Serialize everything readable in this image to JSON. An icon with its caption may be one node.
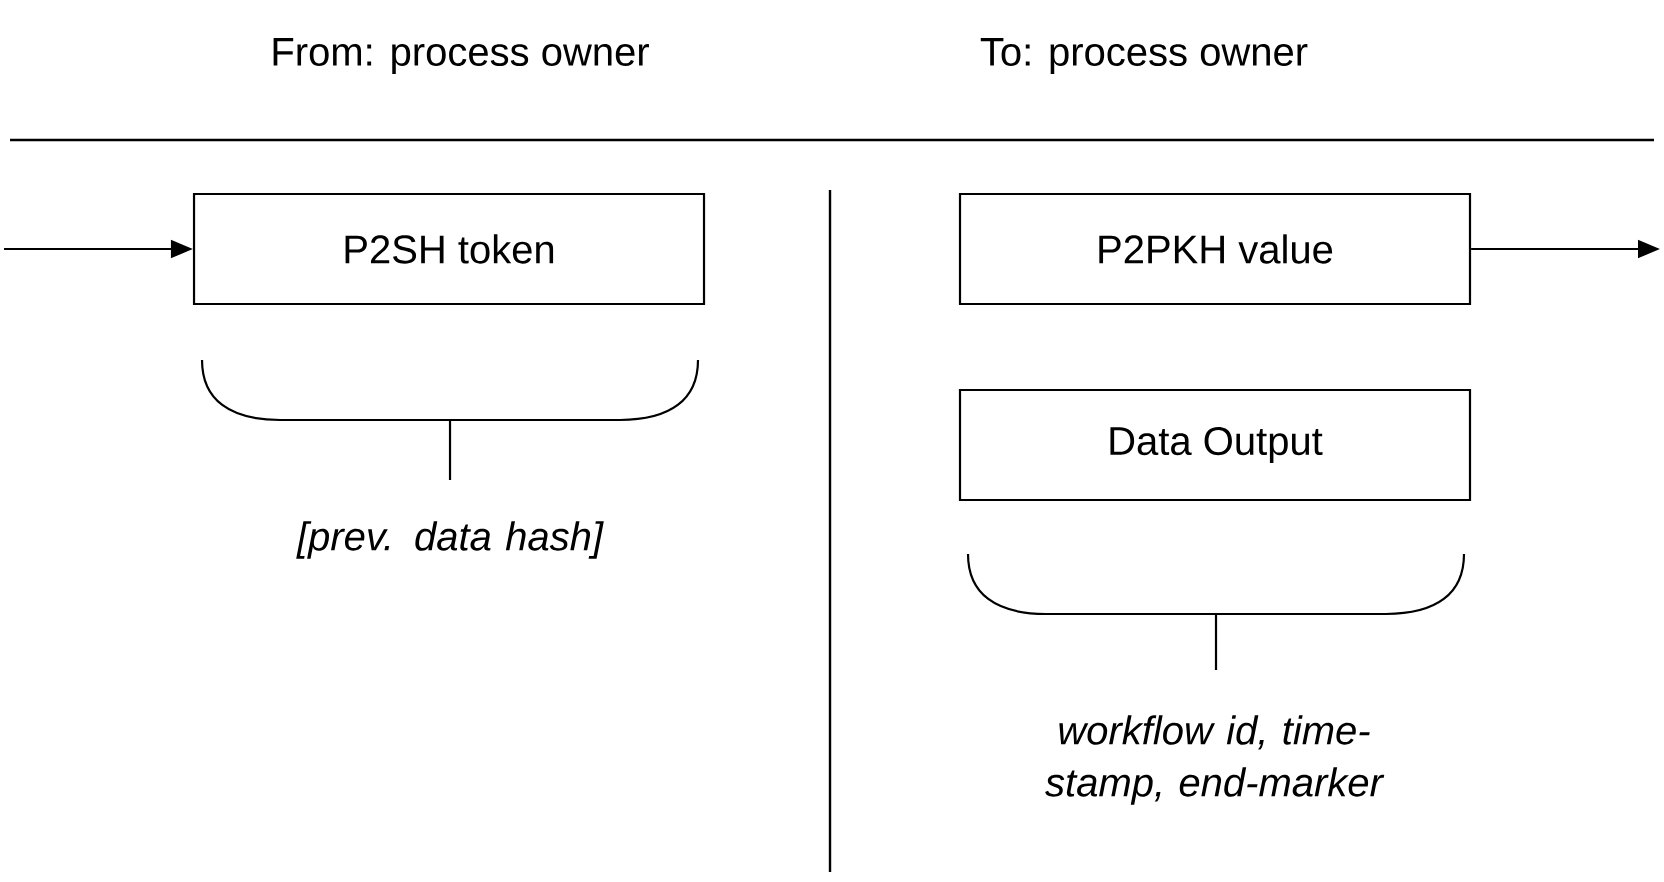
{
  "diagram": {
    "nodes": [
      {
        "text": [
          "P2SH token"
        ]
      },
      {
        "text": [
          "P2PKH value"
        ]
      },
      {
        "text": [
          "Data Output"
        ]
      }
    ],
    "edges": [
      {
        "from": null,
        "to": 0,
        "arrow": "to"
      },
      {
        "from": 1,
        "to": null,
        "arrow": "to"
      }
    ],
    "labels": [
      "From: process owner",
      "To: process owner",
      "[prev. data hash]",
      "workflow id, time-stamp, end-marker"
    ]
  }
}
